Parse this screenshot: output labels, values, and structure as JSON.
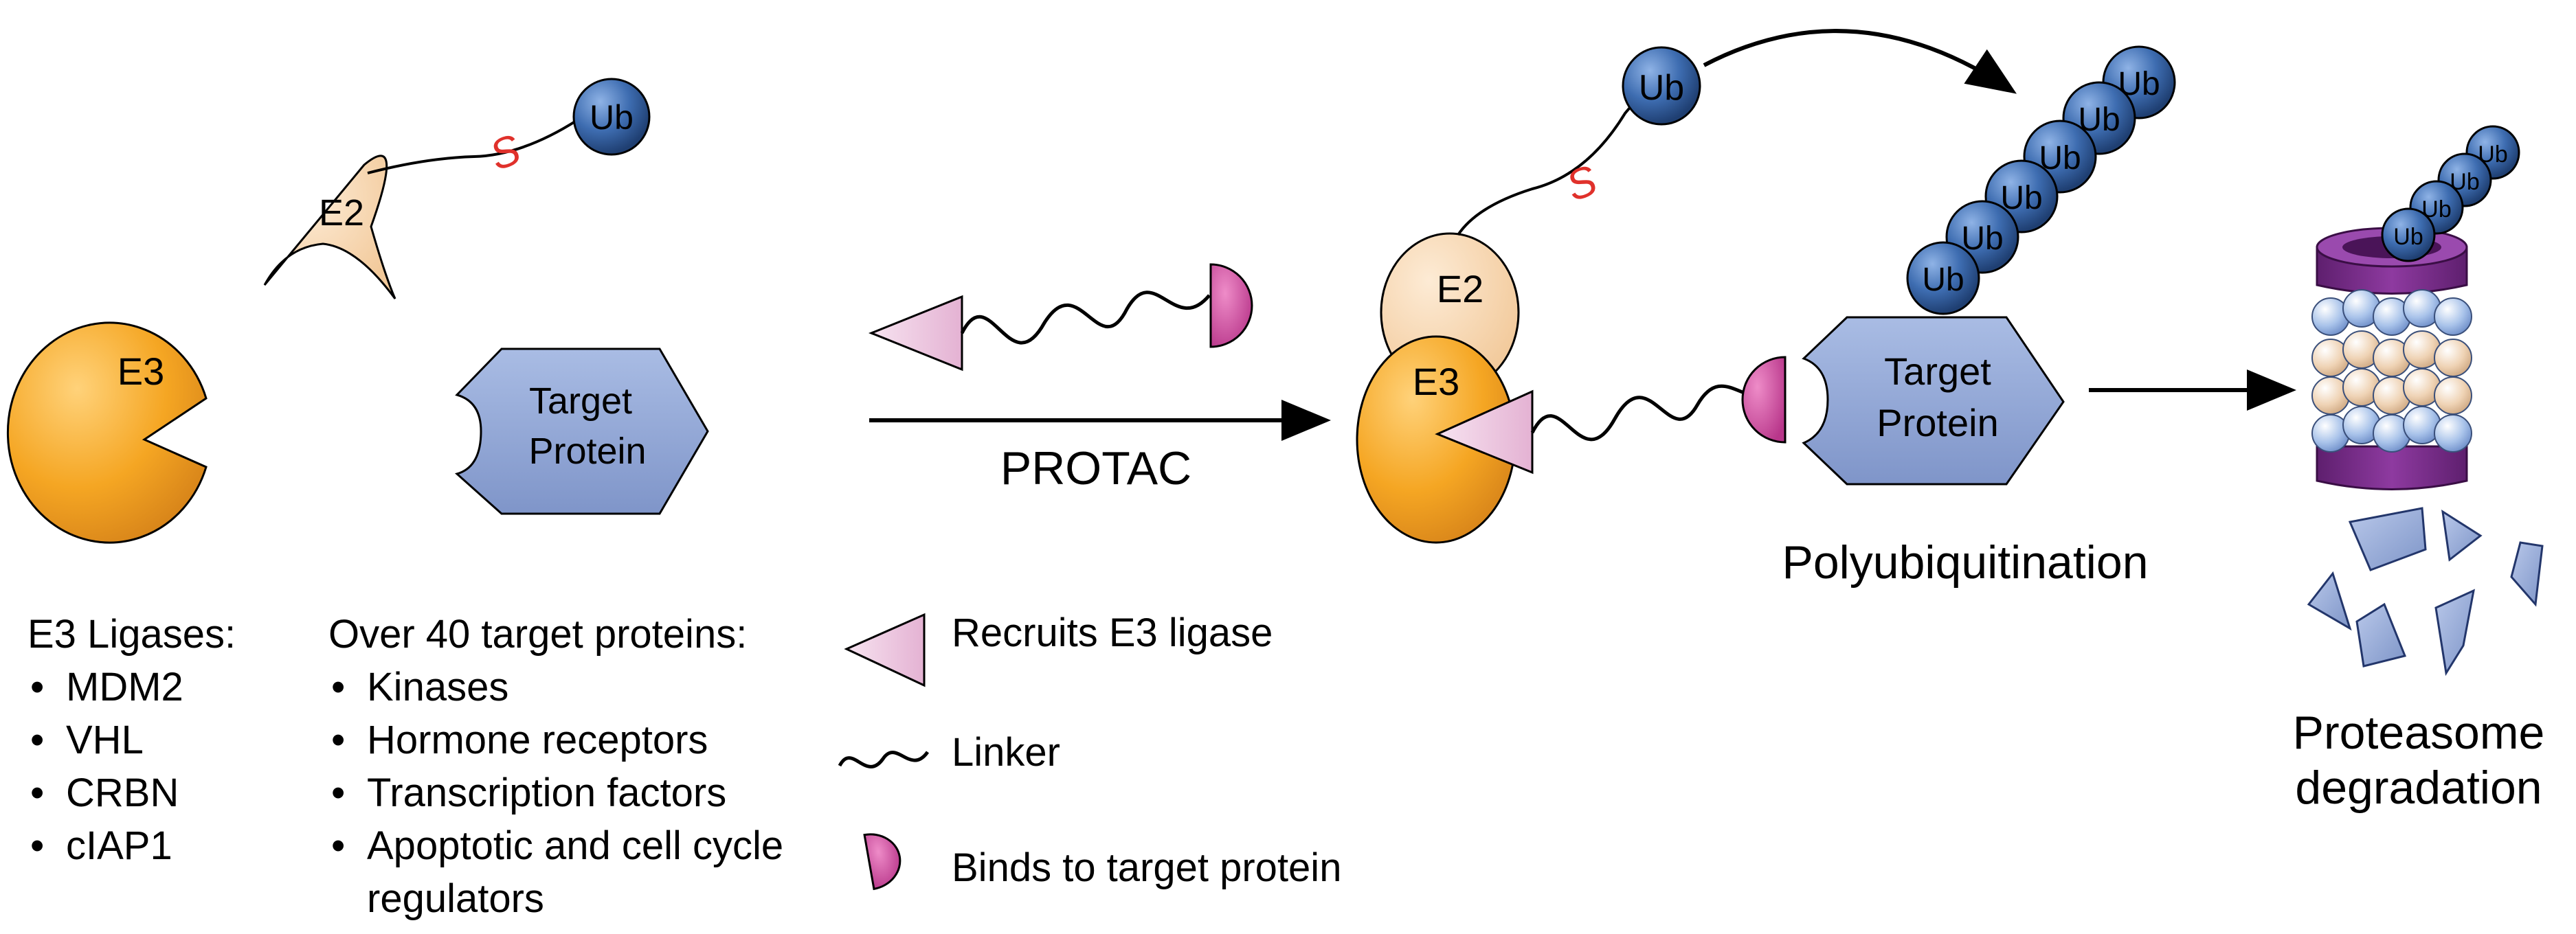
{
  "labels": {
    "e2": "E2",
    "e3": "E3",
    "ub": "Ub",
    "target_protein_line1": "Target",
    "target_protein_line2": "Protein",
    "protac": "PROTAC",
    "polyubiquitination": "Polyubiquitination",
    "proteasome_line1": "Proteasome",
    "proteasome_line2": "degradation"
  },
  "e3_ligases": {
    "heading": "E3 Ligases:",
    "items": [
      "MDM2",
      "VHL",
      "CRBN",
      "cIAP1"
    ]
  },
  "targets": {
    "heading": "Over 40 target proteins:",
    "items": [
      "Kinases",
      "Hormone receptors",
      "Transcription factors",
      "Apoptotic and cell cycle"
    ],
    "continuation": "regulators"
  },
  "legend": {
    "recruits": "Recruits E3 ligase",
    "linker": "Linker",
    "binds": "Binds to target protein"
  },
  "colors": {
    "e3_orange": "#F5A623",
    "e2_peach": "#F8D7AE",
    "target_blue": "#8FA5D4",
    "ub_blue": "#2F5D9B",
    "warhead_magenta": "#D04A9E",
    "ligand_pink": "#EBC3DE",
    "proteasome_purple": "#7B2B8C",
    "thioester_red": "#E0312B"
  }
}
